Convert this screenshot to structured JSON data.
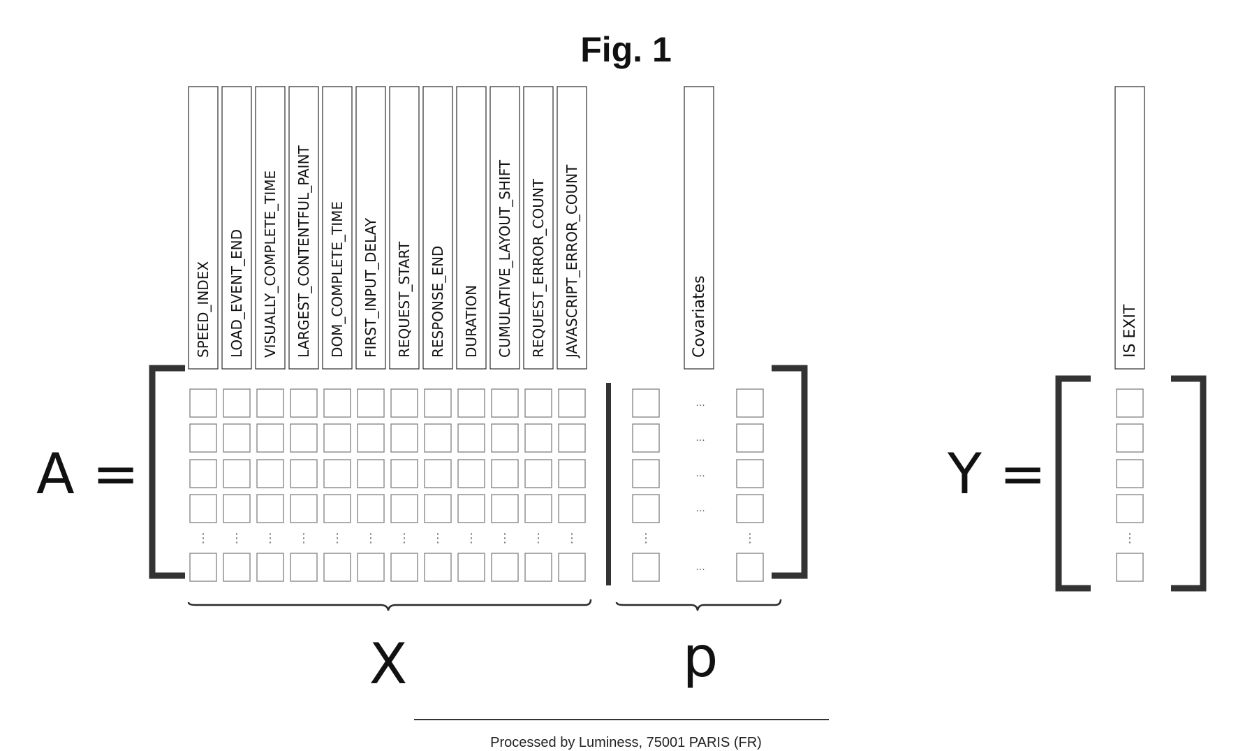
{
  "figure": {
    "title": "Fig. 1"
  },
  "equation_a": {
    "lhs": "A ="
  },
  "equation_y": {
    "lhs": "Y ="
  },
  "x_columns": [
    "SPEED_INDEX",
    "LOAD_EVENT_END",
    "VISUALLY_COMPLETE_TIME",
    "LARGEST_CONTENTFUL_PAINT",
    "DOM_COMPLETE_TIME",
    "FIRST_INPUT_DELAY",
    "REQUEST_START",
    "RESPONSE_END",
    "DURATION",
    "CUMULATIVE_LAYOUT_SHIFT",
    "REQUEST_ERROR_COUNT",
    "JAVASCRIPT_ERROR_COUNT"
  ],
  "covariates_label": "Covariates",
  "target_label": "IS EXIT",
  "x_group_label": "X",
  "p_group_label": "p",
  "ellipsis": "...",
  "vertical_ellipsis": "⋮",
  "footer": {
    "text": "Processed by Luminess, 75001 PARIS (FR)"
  },
  "colors": {
    "stroke": "#2b2b2b",
    "cell": "#888888",
    "bracket": "#333333"
  }
}
